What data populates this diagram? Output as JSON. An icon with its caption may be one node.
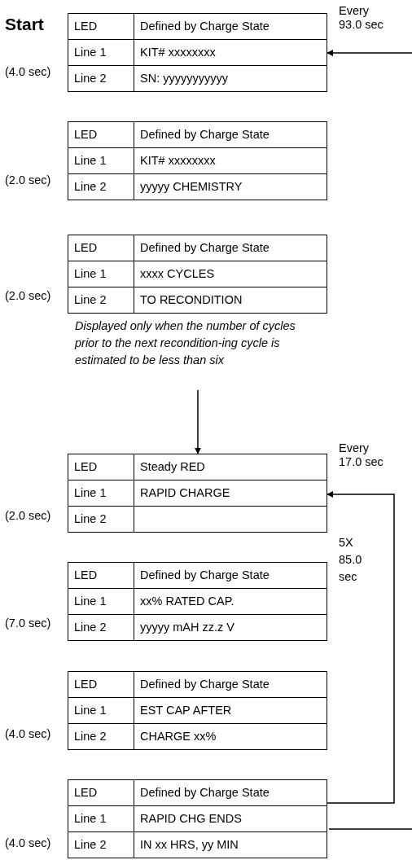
{
  "diagram": {
    "nodes": [
      {
        "text": [
          "LED",
          "Defined by Charge State",
          "Line 1",
          "KIT# xxxxxxxx",
          "Line 2",
          "SN: yyyyyyyyyyy"
        ],
        "beside": [
          "Start",
          "Every 93.0 sec",
          "(4.0 sec)"
        ]
      },
      {
        "text": [
          "LED",
          "Defined by Charge State",
          "Line 1",
          "KIT# xxxxxxxx",
          "Line 2",
          "yyyyy CHEMISTRY"
        ],
        "beside": [
          "(2.0 sec)"
        ]
      },
      {
        "text": [
          "LED",
          "Defined by Charge State",
          "Line 1",
          "xxxx CYCLES",
          "Line 2",
          "TO RECONDITION"
        ],
        "beside": [
          "(2.0 sec)",
          "Displayed only when the number of cycles prior to the next recondition-ing cycle is estimated to be less than six"
        ]
      },
      {
        "text": [
          "LED",
          "Steady RED",
          "Line 1",
          "RAPID CHARGE",
          "Line 2"
        ],
        "beside": [
          "Every 17.0 sec",
          "(2.0 sec)"
        ]
      },
      {
        "text": [
          "LED",
          "Defined by Charge State",
          "Line 1",
          "xx% RATED CAP.",
          "Line 2",
          "yyyyy mAH zz.z V"
        ],
        "beside": [
          "(7.0 sec)"
        ]
      },
      {
        "text": [
          "LED",
          "Defined by Charge State",
          "Line 1",
          "EST CAP AFTER",
          "Line 2",
          "CHARGE xx%"
        ],
        "beside": [
          "(4.0 sec)"
        ]
      },
      {
        "text": [
          "LED",
          "Defined by Charge State",
          "Line 1",
          "RAPID CHG ENDS",
          "Line 2",
          "IN xx HRS, yy MIN"
        ],
        "beside": [
          "(4.0 sec)"
        ]
      }
    ],
    "edges": [
      {
        "from": null,
        "to": 0,
        "arrow": "to"
      },
      {
        "from": 2,
        "to": 3,
        "arrow": "to"
      },
      {
        "from": 6,
        "to": 3,
        "arrow": "to",
        "label": "5X 85.0 sec"
      },
      {
        "from": 6,
        "to": null,
        "arrow": "none"
      }
    ]
  }
}
